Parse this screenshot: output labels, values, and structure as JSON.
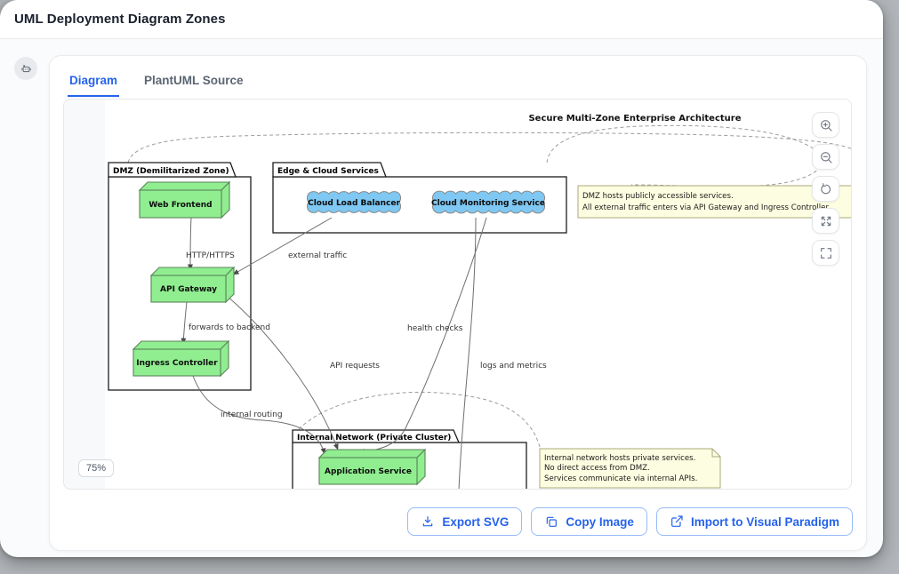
{
  "header": {
    "title": "UML Deployment Diagram Zones"
  },
  "tabs": {
    "diagram": "Diagram",
    "source": "PlantUML Source"
  },
  "viewer": {
    "zoom_level": "75%"
  },
  "diagram": {
    "title": "Secure Multi-Zone Enterprise Architecture",
    "packages": {
      "dmz": "DMZ (Demilitarized Zone)",
      "edge_cloud": "Edge & Cloud Services",
      "internal": "Internal Network (Private Cluster)"
    },
    "nodes": {
      "web_frontend": "Web Frontend",
      "api_gateway": "API Gateway",
      "ingress_controller": "Ingress Controller",
      "application_service": "Application Service"
    },
    "clouds": {
      "load_balancer": "Cloud Load Balancer",
      "monitoring": "Cloud Monitoring Service"
    },
    "notes": {
      "dmz_line1": "DMZ hosts publicly accessible services.",
      "dmz_line2": "All external traffic enters via API Gateway and Ingress Controller",
      "internal_line1": "Internal network hosts private services.",
      "internal_line2": "No direct access from DMZ.",
      "internal_line3": "Services communicate via internal APIs."
    },
    "edge_labels": {
      "http": "HTTP/HTTPS",
      "external_traffic": "external traffic",
      "forwards": "forwards to backend",
      "api_requests": "API requests",
      "health_checks": "health checks",
      "logs_metrics": "logs and metrics",
      "internal_routing": "internal routing"
    }
  },
  "footer": {
    "export_svg": "Export SVG",
    "copy_image": "Copy Image",
    "import_vp": "Import to Visual Paradigm"
  },
  "colors": {
    "accent": "#2563eb",
    "node_fill": "#90ee90",
    "cloud_fill": "#7ec8f3",
    "note_fill": "#fdfde1"
  }
}
